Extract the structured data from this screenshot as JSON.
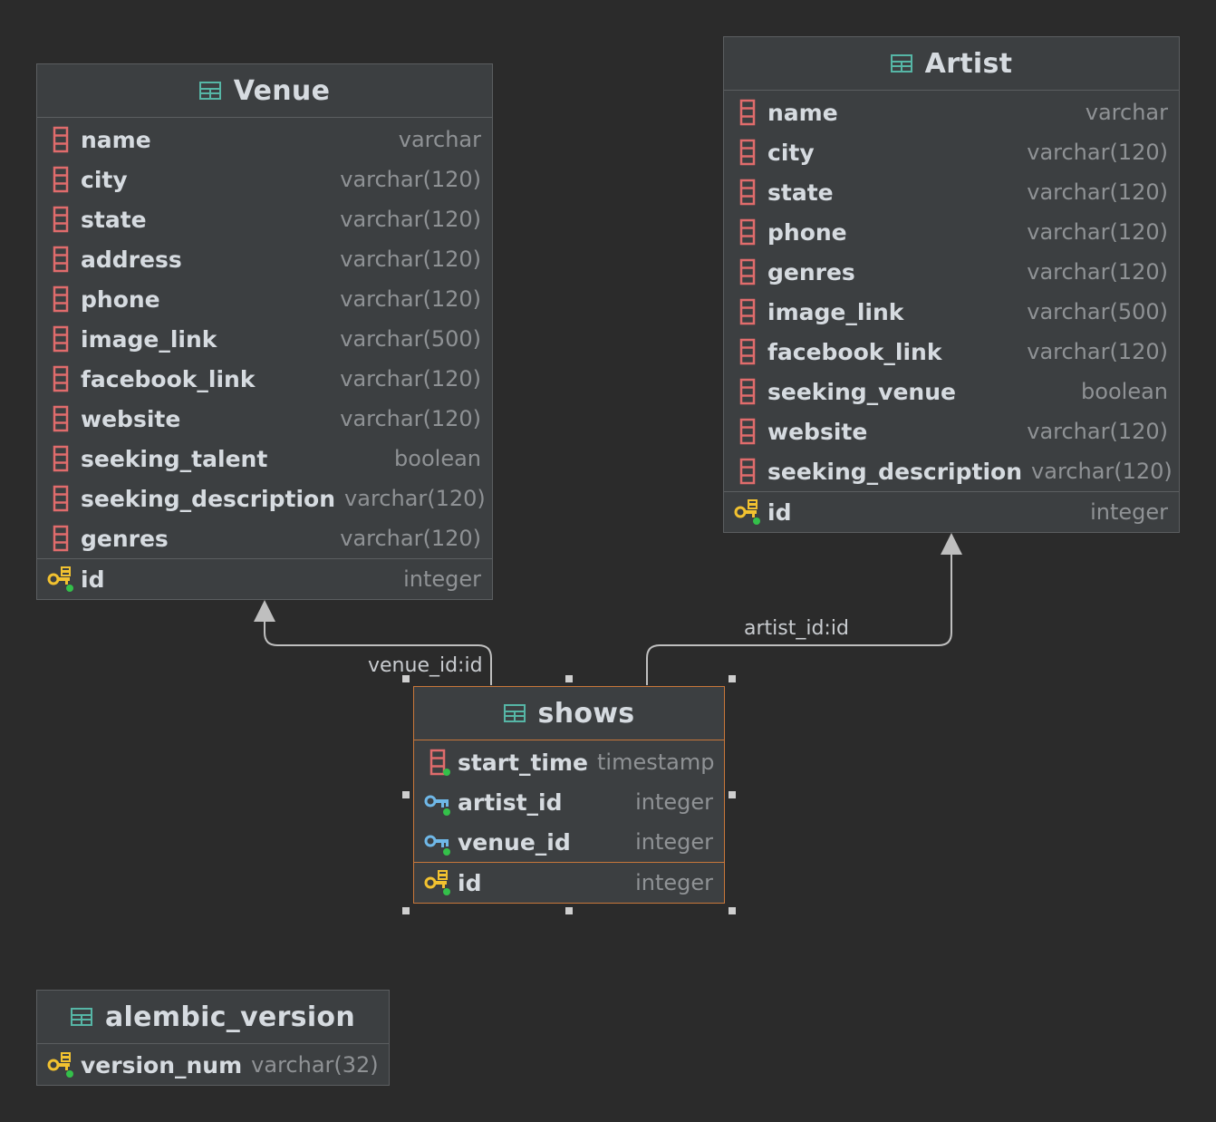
{
  "tables": {
    "venue": {
      "title": "Venue",
      "columns": [
        {
          "name": "name",
          "type": "varchar"
        },
        {
          "name": "city",
          "type": "varchar(120)"
        },
        {
          "name": "state",
          "type": "varchar(120)"
        },
        {
          "name": "address",
          "type": "varchar(120)"
        },
        {
          "name": "phone",
          "type": "varchar(120)"
        },
        {
          "name": "image_link",
          "type": "varchar(500)"
        },
        {
          "name": "facebook_link",
          "type": "varchar(120)"
        },
        {
          "name": "website",
          "type": "varchar(120)"
        },
        {
          "name": "seeking_talent",
          "type": "boolean"
        },
        {
          "name": "seeking_description",
          "type": "varchar(120)"
        },
        {
          "name": "genres",
          "type": "varchar(120)"
        }
      ],
      "pk": {
        "name": "id",
        "type": "integer"
      }
    },
    "artist": {
      "title": "Artist",
      "columns": [
        {
          "name": "name",
          "type": "varchar"
        },
        {
          "name": "city",
          "type": "varchar(120)"
        },
        {
          "name": "state",
          "type": "varchar(120)"
        },
        {
          "name": "phone",
          "type": "varchar(120)"
        },
        {
          "name": "genres",
          "type": "varchar(120)"
        },
        {
          "name": "image_link",
          "type": "varchar(500)"
        },
        {
          "name": "facebook_link",
          "type": "varchar(120)"
        },
        {
          "name": "seeking_venue",
          "type": "boolean"
        },
        {
          "name": "website",
          "type": "varchar(120)"
        },
        {
          "name": "seeking_description",
          "type": "varchar(120)"
        }
      ],
      "pk": {
        "name": "id",
        "type": "integer"
      }
    },
    "shows": {
      "title": "shows",
      "columns": [
        {
          "name": "start_time",
          "type": "timestamp"
        },
        {
          "name": "artist_id",
          "type": "integer"
        },
        {
          "name": "venue_id",
          "type": "integer"
        }
      ],
      "pk": {
        "name": "id",
        "type": "integer"
      }
    },
    "alembic_version": {
      "title": "alembic_version",
      "pk": {
        "name": "version_num",
        "type": "varchar(32)"
      }
    }
  },
  "relations": {
    "venue_label": "venue_id:id",
    "artist_label": "artist_id:id"
  },
  "colors": {
    "background": "#2b2b2b",
    "table_bg": "#3c3f41",
    "selected_border": "#c8773a",
    "column_icon": "#e06c6c",
    "pk_icon": "#f2c230",
    "fk_icon": "#6fb8e8",
    "table_icon": "#56b6a6"
  }
}
